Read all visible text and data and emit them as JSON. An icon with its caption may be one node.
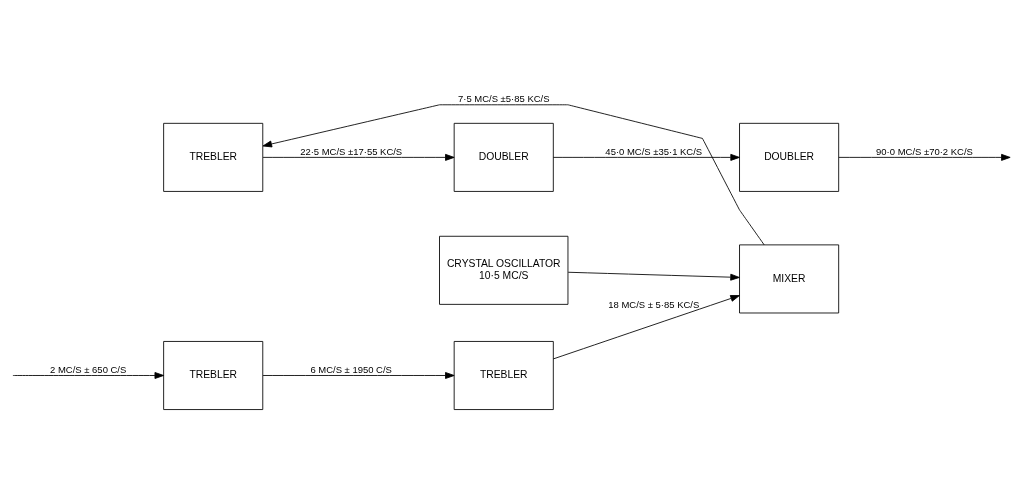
{
  "diagram": {
    "nodes": [
      {
        "text": [
          "TREBLER"
        ]
      },
      {
        "text": [
          "TREBLER"
        ]
      },
      {
        "text": [
          "MIXER"
        ]
      },
      {
        "text": [
          "CRYSTAL OSCILLATOR",
          "10·5 MC/S"
        ]
      },
      {
        "text": [
          "TREBLER"
        ]
      },
      {
        "text": [
          "DOUBLER"
        ]
      },
      {
        "text": [
          "DOUBLER"
        ]
      }
    ],
    "edges": [
      {
        "from": null,
        "to": 0,
        "arrow": "to",
        "label": "2 MC/S ± 650 C/S"
      },
      {
        "from": 0,
        "to": 1,
        "arrow": "to",
        "label": "6 MC/S ± 1950 C/S"
      },
      {
        "from": 1,
        "to": 2,
        "arrow": "to",
        "label": "18 MC/S ± 5·85 KC/S"
      },
      {
        "from": 3,
        "to": 2,
        "arrow": "to"
      },
      {
        "from": 2,
        "to": 4,
        "arrow": "to",
        "label": "7·5 MC/S ±5·85 KC/S"
      },
      {
        "from": 4,
        "to": 5,
        "arrow": "to",
        "label": "22·5 MC/S ±17·55 KC/S"
      },
      {
        "from": 5,
        "to": 6,
        "arrow": "to",
        "label": "45·0 MC/S ±35·1 KC/S"
      },
      {
        "from": 6,
        "to": null,
        "arrow": "to",
        "label": "90·0 MC/S ±70·2 KC/S"
      }
    ]
  }
}
